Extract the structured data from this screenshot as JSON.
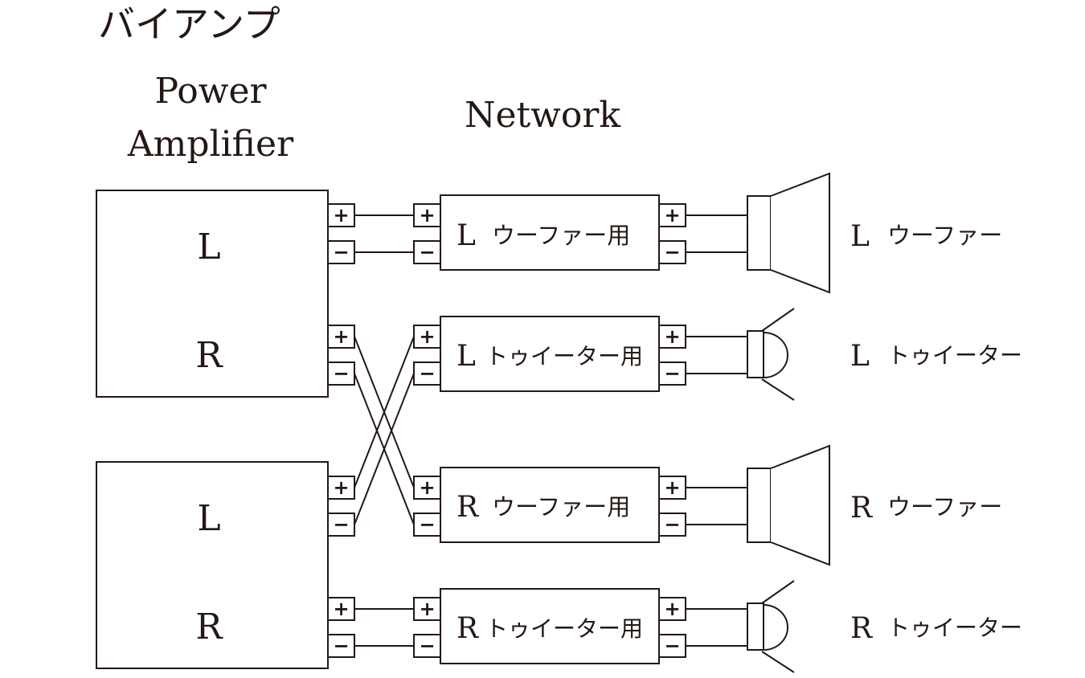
{
  "title": "バイアンプ",
  "headings": {
    "amp_line1": "Power",
    "amp_line2": "Amplifier",
    "network": "Network"
  },
  "amplifiers": [
    {
      "channel_top": "L",
      "channel_bottom": "R"
    },
    {
      "channel_top": "L",
      "channel_bottom": "R"
    }
  ],
  "terminals": {
    "plus": "+",
    "minus": "−"
  },
  "networks": [
    {
      "ch": "L",
      "label": "ウーファー用"
    },
    {
      "ch": "L",
      "label": "トゥイーター用"
    },
    {
      "ch": "R",
      "label": "ウーファー用"
    },
    {
      "ch": "R",
      "label": "トゥイーター用"
    }
  ],
  "speakers": [
    {
      "ch": "L",
      "label": "ウーファー",
      "kind": "woofer"
    },
    {
      "ch": "L",
      "label": "トゥイーター",
      "kind": "tweeter"
    },
    {
      "ch": "R",
      "label": "ウーファー",
      "kind": "woofer"
    },
    {
      "ch": "R",
      "label": "トゥイーター",
      "kind": "tweeter"
    }
  ],
  "colors": {
    "ink": "#231815",
    "background": "#ffffff"
  }
}
